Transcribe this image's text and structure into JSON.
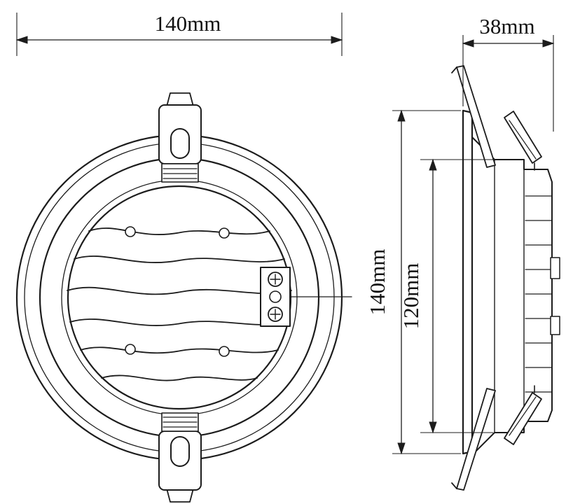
{
  "page": {
    "background": "#ffffff",
    "line_color": "#1c1c1c"
  },
  "drawing": {
    "type": "technical-dimension-diagram",
    "subject": "recessed LED downlight, front view and side view",
    "dimensions": {
      "front_width": "140mm",
      "side_depth": "38mm",
      "outer_height": "140mm",
      "cutout_height": "120mm"
    }
  }
}
